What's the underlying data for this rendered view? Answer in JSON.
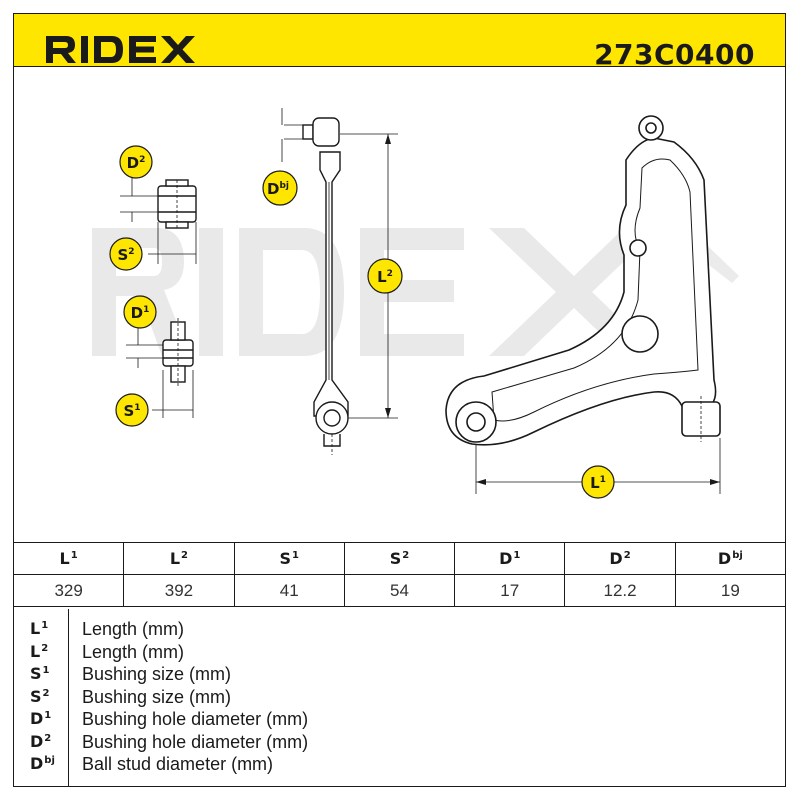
{
  "header": {
    "brand": "RIDEX",
    "part_number": "273C0400",
    "accent_color": "#ffe600"
  },
  "watermark": "RIDEX",
  "diagram_labels": {
    "d2": {
      "main": "D",
      "sup": "2"
    },
    "s2": {
      "main": "S",
      "sup": "2"
    },
    "d1": {
      "main": "D",
      "sup": "1"
    },
    "s1": {
      "main": "S",
      "sup": "1"
    },
    "dbj": {
      "main": "D",
      "sup": "bj"
    },
    "l2": {
      "main": "L",
      "sup": "2"
    },
    "l1": {
      "main": "L",
      "sup": "1"
    }
  },
  "spec_table": {
    "columns": [
      {
        "main": "L",
        "sup": "1",
        "value": "329"
      },
      {
        "main": "L",
        "sup": "2",
        "value": "392"
      },
      {
        "main": "S",
        "sup": "1",
        "value": "41"
      },
      {
        "main": "S",
        "sup": "2",
        "value": "54"
      },
      {
        "main": "D",
        "sup": "1",
        "value": "17"
      },
      {
        "main": "D",
        "sup": "2",
        "value": "12.2"
      },
      {
        "main": "D",
        "sup": "bj",
        "value": "19"
      }
    ]
  },
  "legend": [
    {
      "main": "L",
      "sup": "1",
      "desc": "Length (mm)"
    },
    {
      "main": "L",
      "sup": "2",
      "desc": "Length (mm)"
    },
    {
      "main": "S",
      "sup": "1",
      "desc": "Bushing size (mm)"
    },
    {
      "main": "S",
      "sup": "2",
      "desc": "Bushing size (mm)"
    },
    {
      "main": "D",
      "sup": "1",
      "desc": "Bushing hole diameter (mm)"
    },
    {
      "main": "D",
      "sup": "2",
      "desc": "Bushing hole diameter (mm)"
    },
    {
      "main": "D",
      "sup": "bj",
      "desc": "Ball stud diameter (mm)"
    }
  ]
}
